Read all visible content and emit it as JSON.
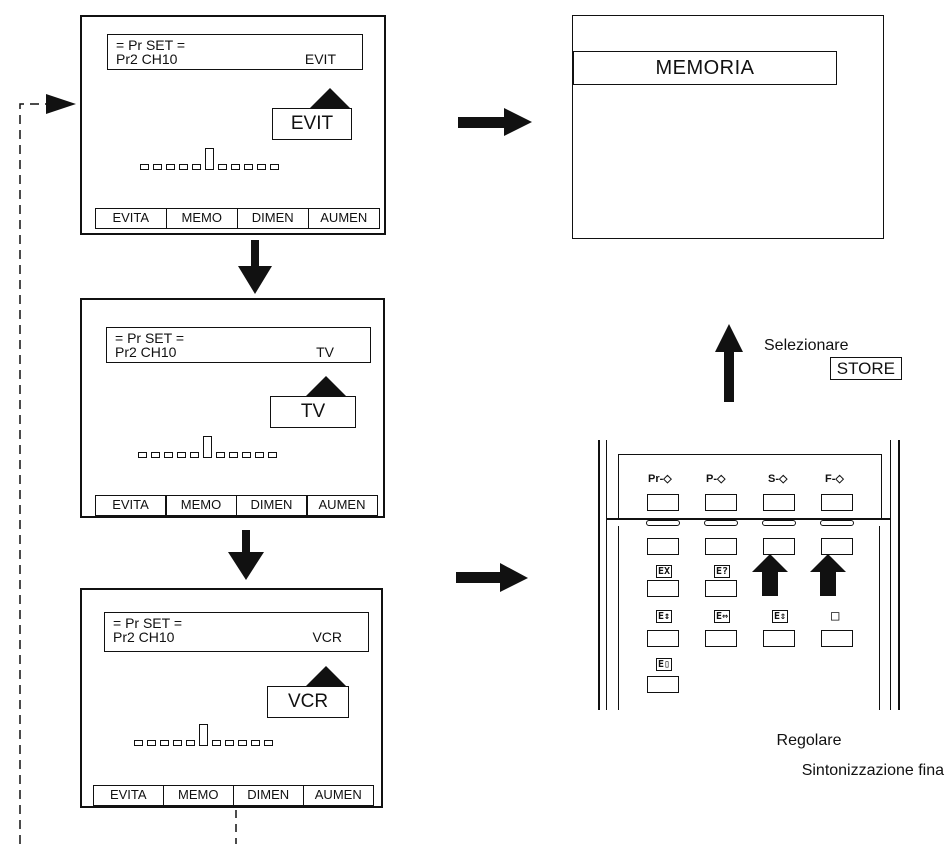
{
  "screens": [
    {
      "header_line1": "= Pr SET =",
      "header_ch": "Pr2 CH10",
      "header_mode": "EVIT",
      "label": "EVIT",
      "buttons": [
        "EVITA",
        "MEMO",
        "DIMEN",
        "AUMEN"
      ]
    },
    {
      "header_line1": "= Pr SET =",
      "header_ch": "Pr2 CH10",
      "header_mode": "TV",
      "label": "TV",
      "buttons": [
        "EVITA",
        "MEMO",
        "DIMEN",
        "AUMEN"
      ]
    },
    {
      "header_line1": "= Pr SET =",
      "header_ch": "Pr2 CH10",
      "header_mode": "VCR",
      "label": "VCR",
      "buttons": [
        "EVITA",
        "MEMO",
        "DIMEN",
        "AUMEN"
      ]
    }
  ],
  "memoria_screen": {
    "title": "MEMORIA"
  },
  "select_step": {
    "text": "Selezionare",
    "key": "STORE"
  },
  "remote": {
    "top_labels": [
      "Pr-◇",
      "P-◇",
      "S-◇",
      "F-◇"
    ],
    "icons": [
      "EX",
      "E?",
      "E↕",
      "E⇔",
      "E⇕",
      "E◻",
      "□",
      "E▯"
    ]
  },
  "adjust_caption": {
    "line1": "Regolare",
    "line2": "Sintonizzazione fina"
  }
}
